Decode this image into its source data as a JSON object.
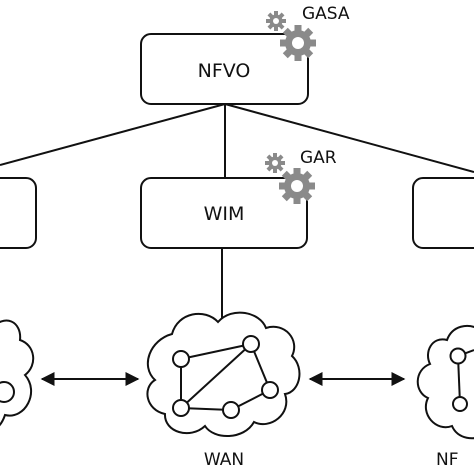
{
  "nodes": {
    "nfvo": {
      "label": "NFVO"
    },
    "wim": {
      "label": "WIM"
    },
    "gasa": {
      "label": "GASA"
    },
    "gar": {
      "label": "GAR"
    },
    "wan": {
      "label": "WAN"
    },
    "right_cloud": {
      "label": "NF"
    }
  },
  "icons": {
    "gasa_gears": "gear-icon",
    "gar_gears": "gear-icon"
  },
  "colors": {
    "stroke": "#111111",
    "gear": "#8a8a8a",
    "background": "#ffffff"
  }
}
